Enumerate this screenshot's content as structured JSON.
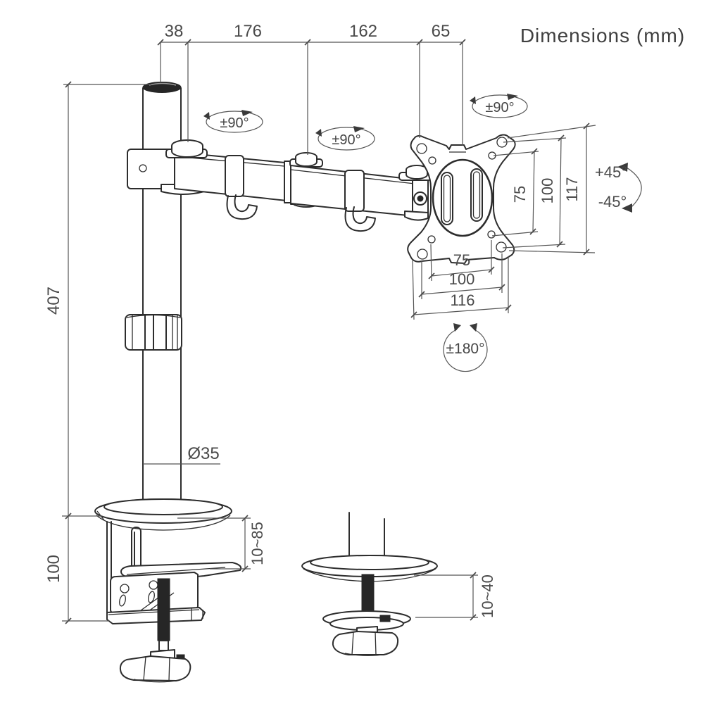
{
  "title": "Dimensions (mm)",
  "dims": {
    "top": [
      "38",
      "176",
      "162",
      "65"
    ],
    "pole_height": "407",
    "clamp_height": "100",
    "pole_diameter": "Ø35",
    "desk_clamp_range": "10~85",
    "grommet_range": "10~40",
    "vesa_vertical": [
      "75",
      "100",
      "117"
    ],
    "vesa_horizontal": [
      "75",
      "100",
      "116"
    ]
  },
  "rotations": {
    "swivel_joint_1": "±90°",
    "swivel_joint_2": "±90°",
    "swivel_joint_3": "±90°",
    "tilt_up": "+45°",
    "tilt_down": "-45°",
    "screen_rotation": "±180°"
  },
  "colors": {
    "line": "#2d2d2d",
    "dimension_line": "#555555",
    "text": "#4a4a4a",
    "background": "#ffffff"
  }
}
